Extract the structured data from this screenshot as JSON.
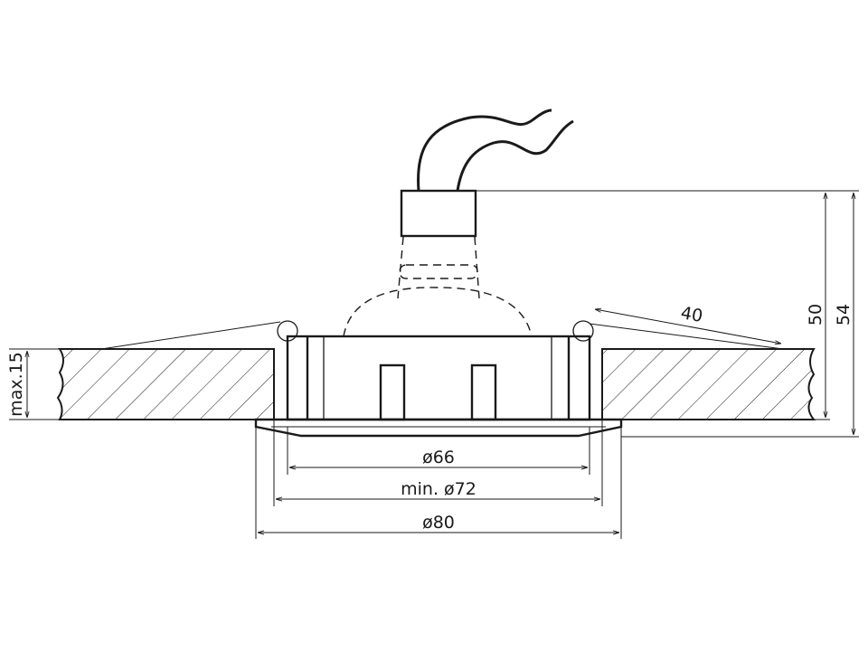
{
  "dimensions": {
    "cutout_diameter": "ø66",
    "min_hole": "min. ø72",
    "flange_diameter": "ø80",
    "angle_length": "40",
    "height_body": "50",
    "height_total": "54",
    "max_thickness": "max.15"
  }
}
